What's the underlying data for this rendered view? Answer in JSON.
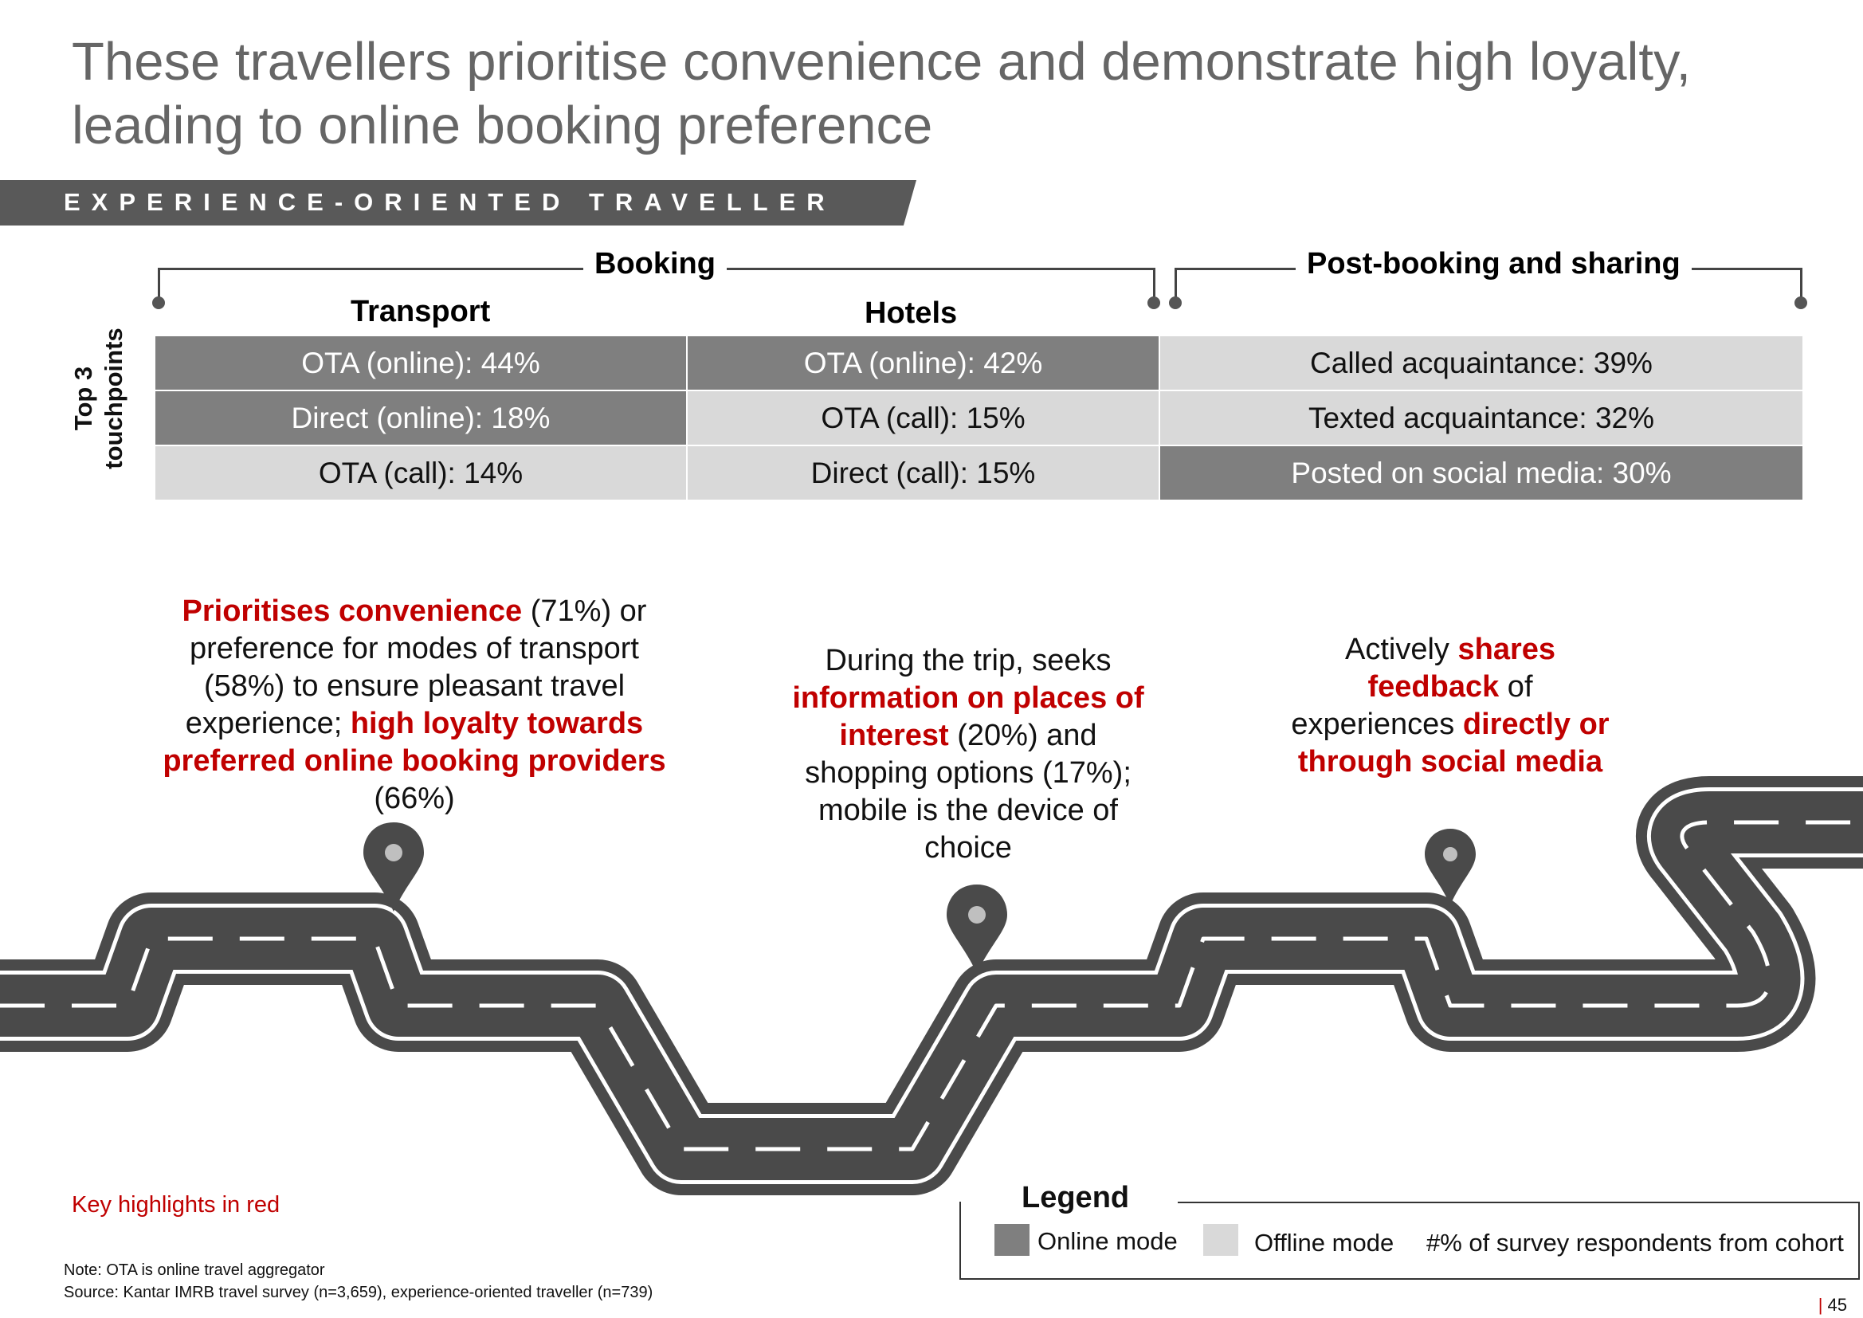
{
  "title": {
    "line1": "These travellers prioritise convenience and demonstrate high loyalty,",
    "line2": "leading to online booking preference"
  },
  "banner": "EXPERIENCE-ORIENTED TRAVELLER",
  "headers": {
    "booking": "Booking",
    "post_booking": "Post-booking and sharing",
    "transport": "Transport",
    "hotels": "Hotels",
    "touchpoints": "Top 3 touchpoints"
  },
  "table": {
    "transport": [
      {
        "text": "OTA (online): 44%",
        "mode": "online"
      },
      {
        "text": "Direct (online): 18%",
        "mode": "online"
      },
      {
        "text": "OTA (call): 14%",
        "mode": "offline"
      }
    ],
    "hotels": [
      {
        "text": "OTA (online): 42%",
        "mode": "online"
      },
      {
        "text": "OTA (call): 15%",
        "mode": "offline"
      },
      {
        "text": "Direct (call): 15%",
        "mode": "offline"
      }
    ],
    "post": [
      {
        "text": "Called acquaintance: 39%",
        "mode": "offline"
      },
      {
        "text": "Texted acquaintance: 32%",
        "mode": "offline"
      },
      {
        "text": "Posted on social media: 30%",
        "mode": "online"
      }
    ]
  },
  "highlights": {
    "h1": {
      "r1": "Prioritises convenience",
      "t1": " (71%) or preference for modes of transport (58%) to ensure pleasant travel experience; ",
      "r2": "high loyalty towards preferred online booking providers",
      "t2": " (66%)"
    },
    "h2": {
      "t1": "During the trip, seeks ",
      "r1": "information on places of interest",
      "t2": " (20%) and shopping options (17%); mobile is the device of choice"
    },
    "h3": {
      "t1": "Actively ",
      "r1": "shares feedback",
      "t2": " of experiences ",
      "r2": "directly or through social media"
    }
  },
  "key_note": "Key highlights in red",
  "note": "Note: OTA is online travel aggregator",
  "source": "Source: Kantar IMRB travel survey (n=3,659), experience-oriented traveller (n=739)",
  "page_number": "45",
  "legend": {
    "title": "Legend",
    "online": "Online mode",
    "offline": "Offline mode",
    "pct": "#% of survey respondents from cohort"
  },
  "colors": {
    "online": "#7f7f7f",
    "offline": "#d9d9d9",
    "highlight_red": "#c00000",
    "road": "#4a4a4a"
  }
}
